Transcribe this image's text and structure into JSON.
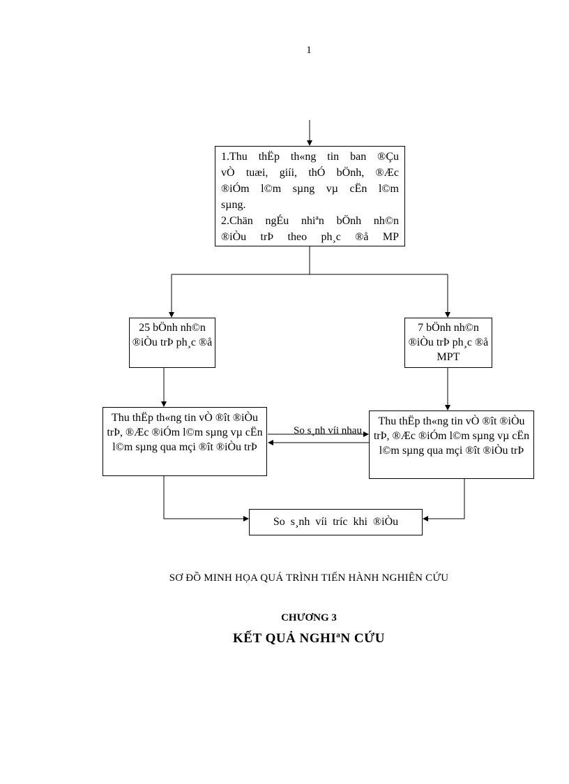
{
  "page_number": "1",
  "diagram": {
    "box_top": {
      "lines": [
        "1.Thu thËp th«ng tin ban ®Çu",
        "vÒ tuæi, giíi, thÓ bÖnh, ®Æc",
        "®iÓm l©m sµng vµ cËn l©m",
        "sµng.",
        "2.Chän ngÉu nhiªn bÖnh nh©n",
        "®iÒu trÞ theo ph¸c ®å MP"
      ]
    },
    "box_left_group": "25 bÖnh nh©n ®iÒu trÞ ph¸c ®å",
    "box_right_group": "7 bÖnh nh©n ®iÒu trÞ ph¸c ®å MPT",
    "box_left_collect": "Thu thËp th«ng tin vÒ ®ît ®iÒu trÞ, ®Æc ®iÓm l©m sµng vµ cËn l©m sµng qua mçi ®ît ®iÒu trÞ",
    "box_right_collect": "Thu thËp th«ng tin vÒ ®ît ®iÒu trÞ, ®Æc ®iÓm l©m sµng vµ cËn l©m sµng qua mçi ®ît ®iÒu trÞ",
    "compare_label": "So s¸nh víi nhau",
    "box_bottom": "So s¸nh víi tr­íc khi ®iÒu"
  },
  "caption": "SƠ ĐỒ MINH HỌA QUÁ TRÌNH TIẾN HÀNH NGHIÊN CỨU",
  "chapter": "CHƯƠNG 3",
  "chapter_title": "KẾT QUẢ NGHIªN CỨU"
}
